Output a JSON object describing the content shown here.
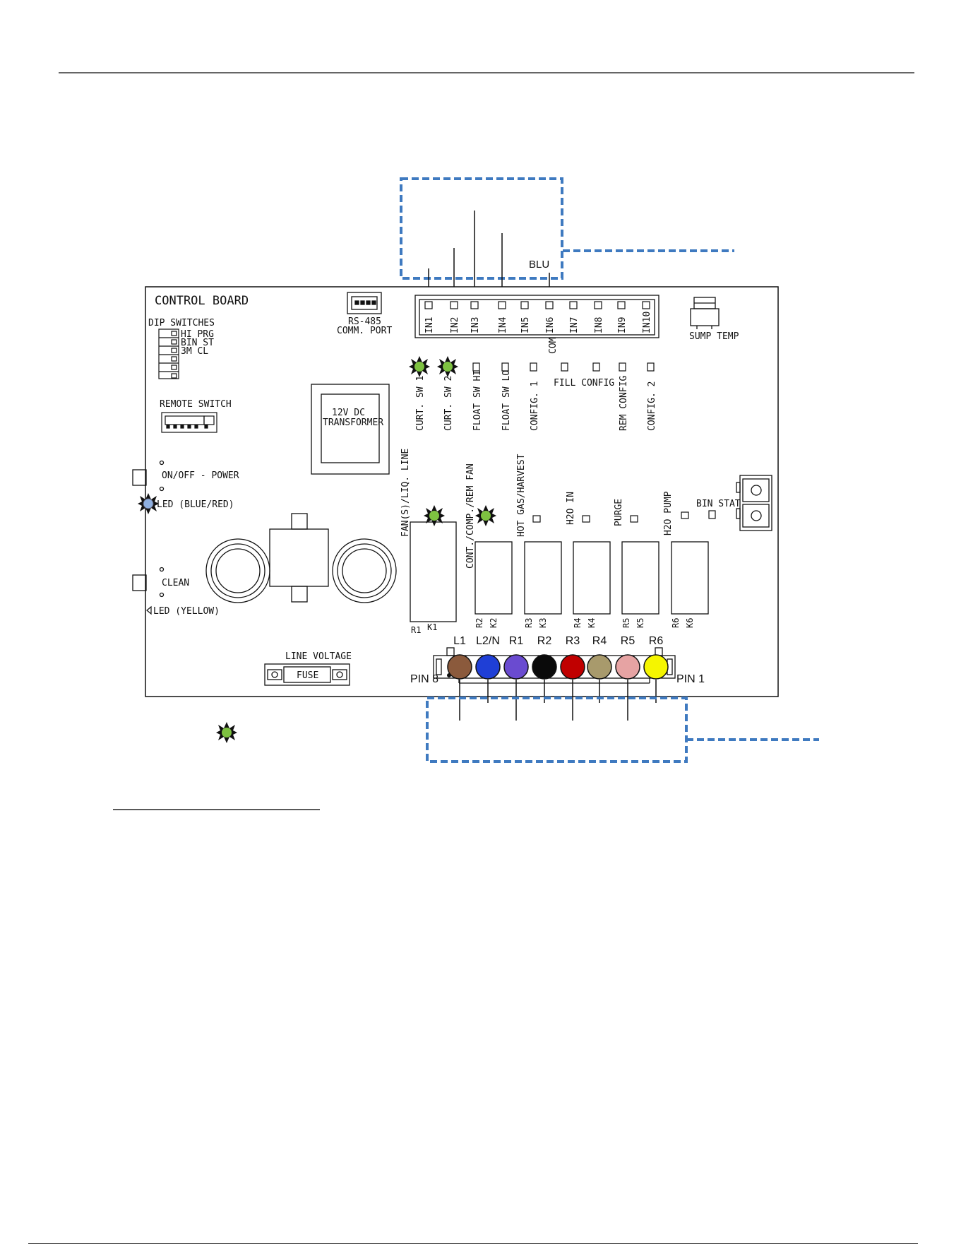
{
  "board": {
    "title": "CONTROL BOARD",
    "dip": {
      "title": "DIP SWITCHES",
      "switches": [
        "HI PRG",
        "BIN ST",
        "3M CL"
      ]
    },
    "rs485": {
      "line1": "RS-485",
      "line2": "COMM. PORT"
    },
    "sump_temp": "SUMP TEMP",
    "remote_switch": "REMOTE SWITCH",
    "transformer": {
      "line1": "12V DC",
      "line2": "TRANSFORMER"
    },
    "power": {
      "label": "ON/OFF - POWER",
      "led": "LED (BLUE/RED)"
    },
    "clean": {
      "label": "CLEAN",
      "led": "LED (YELLOW)"
    },
    "fuse": {
      "title": "LINE VOLTAGE",
      "label": "FUSE"
    },
    "inputs": [
      "IN1",
      "IN2",
      "IN3",
      "IN4",
      "IN5",
      "IN6",
      "IN7",
      "IN8",
      "IN9",
      "IN10"
    ],
    "com_label": "COM",
    "input_leds": [
      "CURT. SW 1",
      "CURT. SW 2",
      "FLOAT SW HI",
      "FLOAT SW LO",
      "CONFIG. 1",
      "REM CONFIG",
      "CONFIG. 2"
    ],
    "fill_config": "FILL CONFIG",
    "relay_leds": [
      "FAN(S)/LIQ. LINE",
      "CONT./COMP./REM FAN",
      "HOT GAS/HARVEST",
      "H2O IN",
      "PURGE",
      "H2O PUMP"
    ],
    "bin_stat": "BIN STAT",
    "relays": [
      {
        "r": "R1",
        "k": "K1"
      },
      {
        "r": "R2",
        "k": "K2"
      },
      {
        "r": "R3",
        "k": "K3"
      },
      {
        "r": "R4",
        "k": "K4"
      },
      {
        "r": "R5",
        "k": "K5"
      },
      {
        "r": "R6",
        "k": "K6"
      }
    ],
    "output_pins": [
      "L1",
      "L2/N",
      "R1",
      "R2",
      "R3",
      "R4",
      "R5",
      "R6"
    ],
    "pin_left": "PIN 8",
    "pin_right": "PIN 1",
    "wire_label": "BLU"
  },
  "colors": {
    "led_green": "#7ec241",
    "led_blue": "#8fb0e0",
    "callout_blue": "#3f7ac0",
    "wires": [
      "#8b5a3c",
      "#1f3fd6",
      "#6a4bd0",
      "#0a0a0a",
      "#c00000",
      "#a89a6c",
      "#e6a3a3",
      "#f5f500"
    ]
  }
}
